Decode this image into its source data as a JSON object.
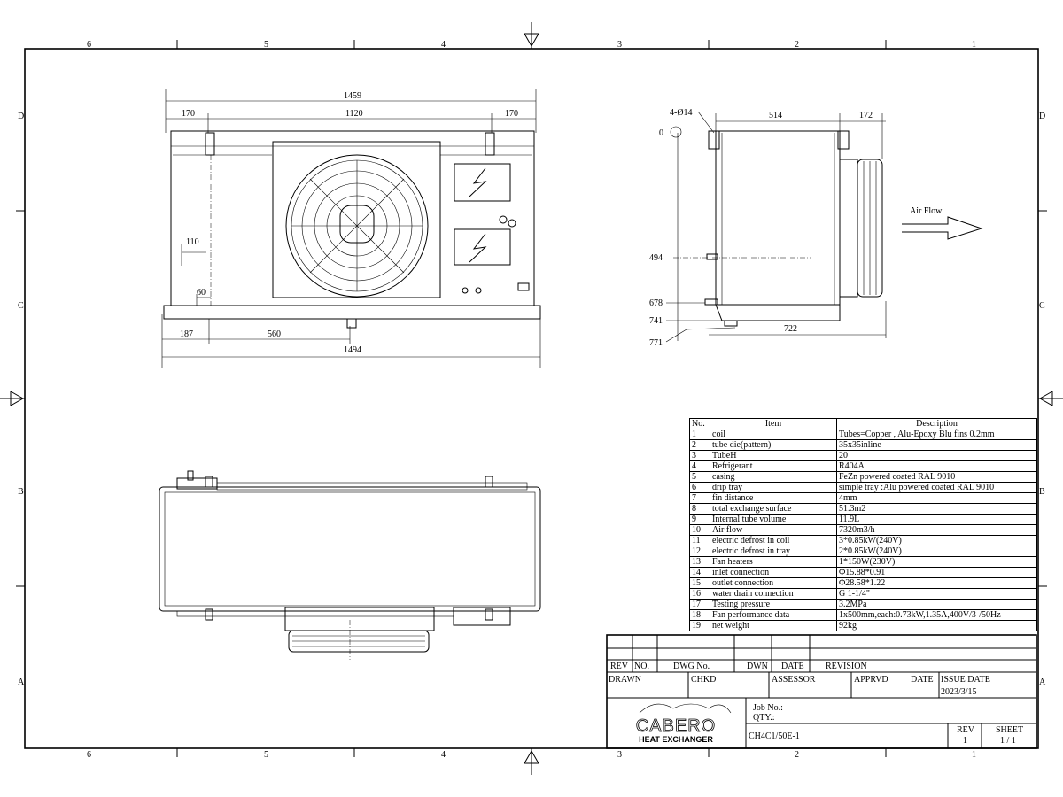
{
  "zones": {
    "columns": [
      "6",
      "5",
      "4",
      "3",
      "2",
      "1"
    ],
    "rows": [
      "D",
      "C",
      "B",
      "A"
    ]
  },
  "front_view": {
    "dims": {
      "overall_top": "1459",
      "left": "170",
      "middle": "1120",
      "right": "170",
      "left_offset": "110",
      "small": "60",
      "bottom_left": "187",
      "bottom_mid": "560",
      "overall_bottom": "1494"
    }
  },
  "side_view": {
    "dims": {
      "holes": "4-Ø14",
      "depth": "514",
      "fan": "172",
      "zero": "0",
      "h1": "494",
      "h2": "678",
      "h3": "741",
      "h4": "771",
      "width": "722"
    },
    "air_flow_label": "Air Flow"
  },
  "spec_table": {
    "headers": [
      "No.",
      "Item",
      "Description"
    ],
    "rows": [
      [
        "1",
        "coil",
        "Tubes=Copper , Alu-Epoxy Blu fins 0.2mm"
      ],
      [
        "2",
        "tube die(pattern)",
        "35x35inline"
      ],
      [
        "3",
        "TubeH",
        "20"
      ],
      [
        "4",
        "Refrigerant",
        "R404A"
      ],
      [
        "5",
        "casing",
        "FeZn powered coated RAL 9010"
      ],
      [
        "6",
        "drip tray",
        "simple tray :Alu powered coated RAL 9010"
      ],
      [
        "7",
        "fin distance",
        " 4mm"
      ],
      [
        "8",
        "total exchange surface",
        "51.3m2"
      ],
      [
        "9",
        "Internal tube volume",
        "11.9L"
      ],
      [
        "10",
        "Air flow",
        "7320m3/h"
      ],
      [
        "11",
        "electric defrost in coil",
        "3*0.85kW(240V)"
      ],
      [
        "12",
        "electric defrost in tray",
        "2*0.85kW(240V)"
      ],
      [
        "13",
        "Fan heaters",
        "1*150W(230V)"
      ],
      [
        "14",
        "inlet connection",
        "Φ15.88*0.91"
      ],
      [
        "15",
        "outlet connection",
        "Φ28.58*1.22"
      ],
      [
        "16",
        "water drain connection",
        "G 1-1/4\""
      ],
      [
        "17",
        "Testing pressure",
        "3.2MPa"
      ],
      [
        "18",
        "Fan performance data",
        "1x500mm,each:0.73kW,1.35A,400V/3-/50Hz"
      ],
      [
        "19",
        "net weight",
        "92kg"
      ]
    ]
  },
  "title_block": {
    "rev": "REV",
    "no": "NO.",
    "dwg_no": "DWG No.",
    "dwn": "DWN",
    "date": "DATE",
    "revision": "REVISION",
    "drawn": "DRAWN",
    "chkd": "CHKD",
    "assessor": "ASSESSOR",
    "apprvd": "APPRVD",
    "date2": "DATE",
    "issue_date_label": "ISSUE DATE",
    "issue_date": "2023/3/15",
    "logo_name": "CABERO",
    "logo_sub": "HEAT EXCHANGER",
    "job_no": "Job No.:",
    "qty": "QTY.:",
    "drawing_number": "CH4C1/50E-1",
    "rev_label": "REV",
    "rev_value": "1",
    "sheet_label": "SHEET",
    "sheet_value": "1 / 1"
  }
}
